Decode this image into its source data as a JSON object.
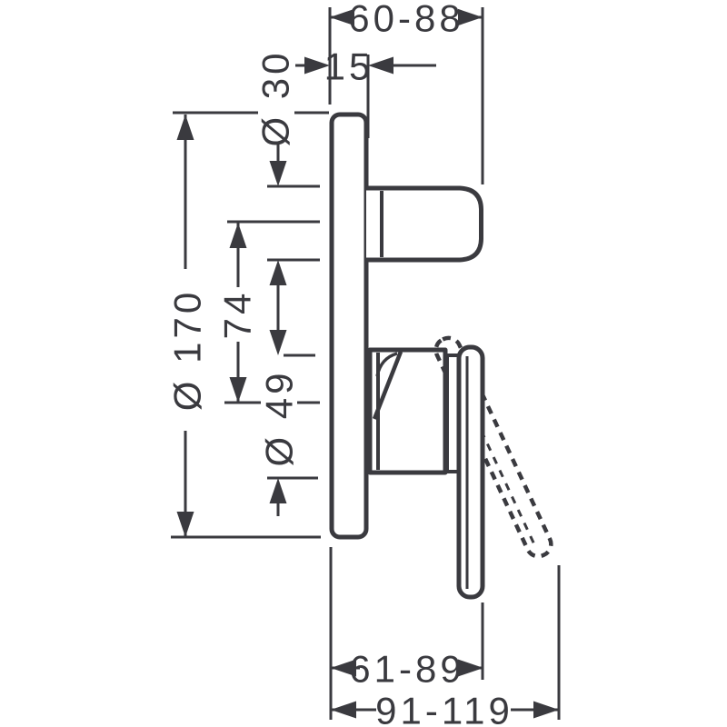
{
  "diagram": {
    "type": "technical-dimension-drawing",
    "subject": "Concealed single-lever bath/shower mixer, side elevation with installation dimensions (mm)",
    "colors": {
      "line": "#3a3a3f",
      "background": "#ffffff"
    },
    "dimensions": {
      "top_width_range": "60-88",
      "plate_depth": "15",
      "sleeve_diameter": "Ø 30",
      "plate_diameter": "Ø 170",
      "axis_distance": "74",
      "hub_diameter": "Ø 49",
      "bottom_depth_range": "61-89",
      "bottom_total_range": "91-119"
    }
  }
}
